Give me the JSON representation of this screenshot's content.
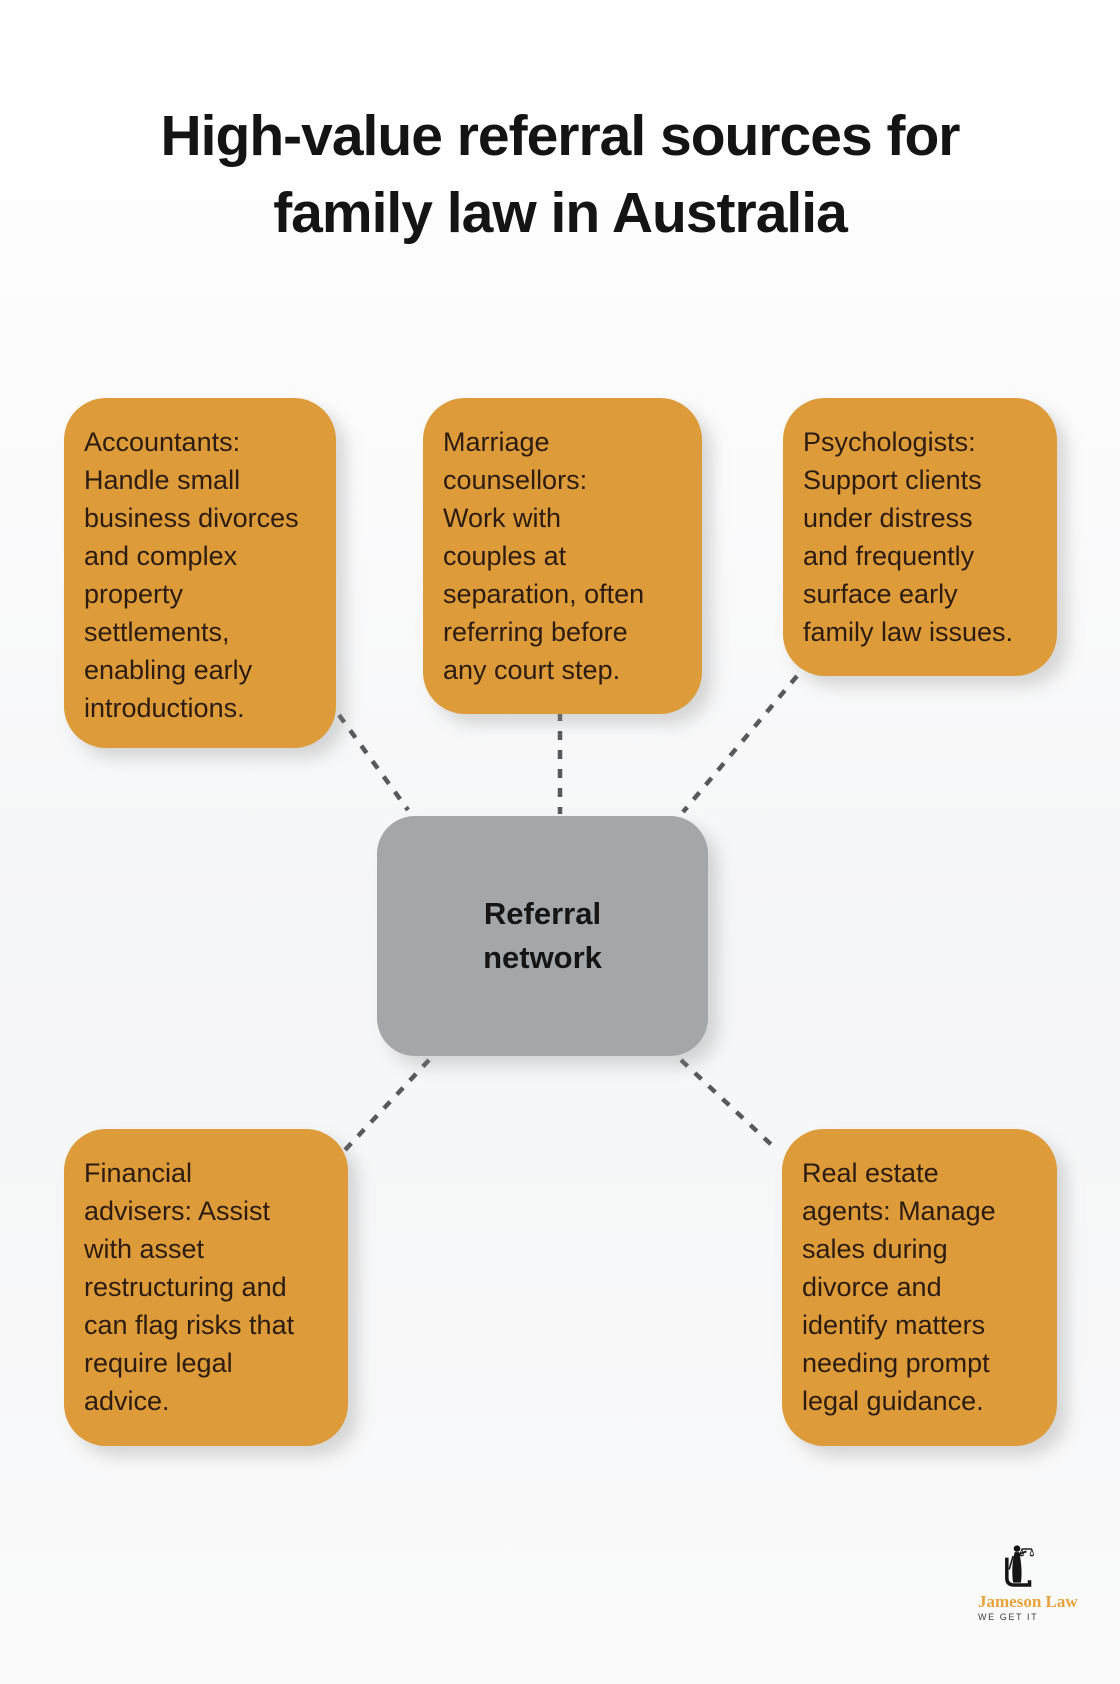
{
  "title": "High-value referral sources for\nfamily law in Australia",
  "hub": {
    "label": "Referral\nnetwork"
  },
  "nodes": {
    "accountants": {
      "text": "Accountants:\nHandle small\nbusiness divorces\nand complex\nproperty\nsettlements,\nenabling early\nintroductions."
    },
    "marriage_counsellors": {
      "text": "Marriage\ncounsellors:\nWork with\ncouples at\nseparation, often\nreferring before\nany court step."
    },
    "psychologists": {
      "text": "Psychologists:\nSupport clients\nunder distress\nand frequently\nsurface early\nfamily law issues."
    },
    "financial_advisers": {
      "text": "Financial\nadvisers: Assist\nwith asset\nrestructuring and\ncan flag risks that\nrequire legal\nadvice."
    },
    "real_estate_agents": {
      "text": "Real estate\nagents: Manage\nsales during\ndivorce and\nidentify matters\nneeding prompt\nlegal guidance."
    }
  },
  "logo": {
    "name": "Jameson Law",
    "tagline": "WE GET IT"
  },
  "colors": {
    "title": "#141414",
    "node_fill": "#dd9b3a",
    "node_text": "#2d1c10",
    "hub_fill": "#a3a7aa",
    "hub_text": "#151515",
    "connector": "#58595b",
    "logo_name": "#e8a23b",
    "logo_tagline": "#3f3f3f"
  }
}
